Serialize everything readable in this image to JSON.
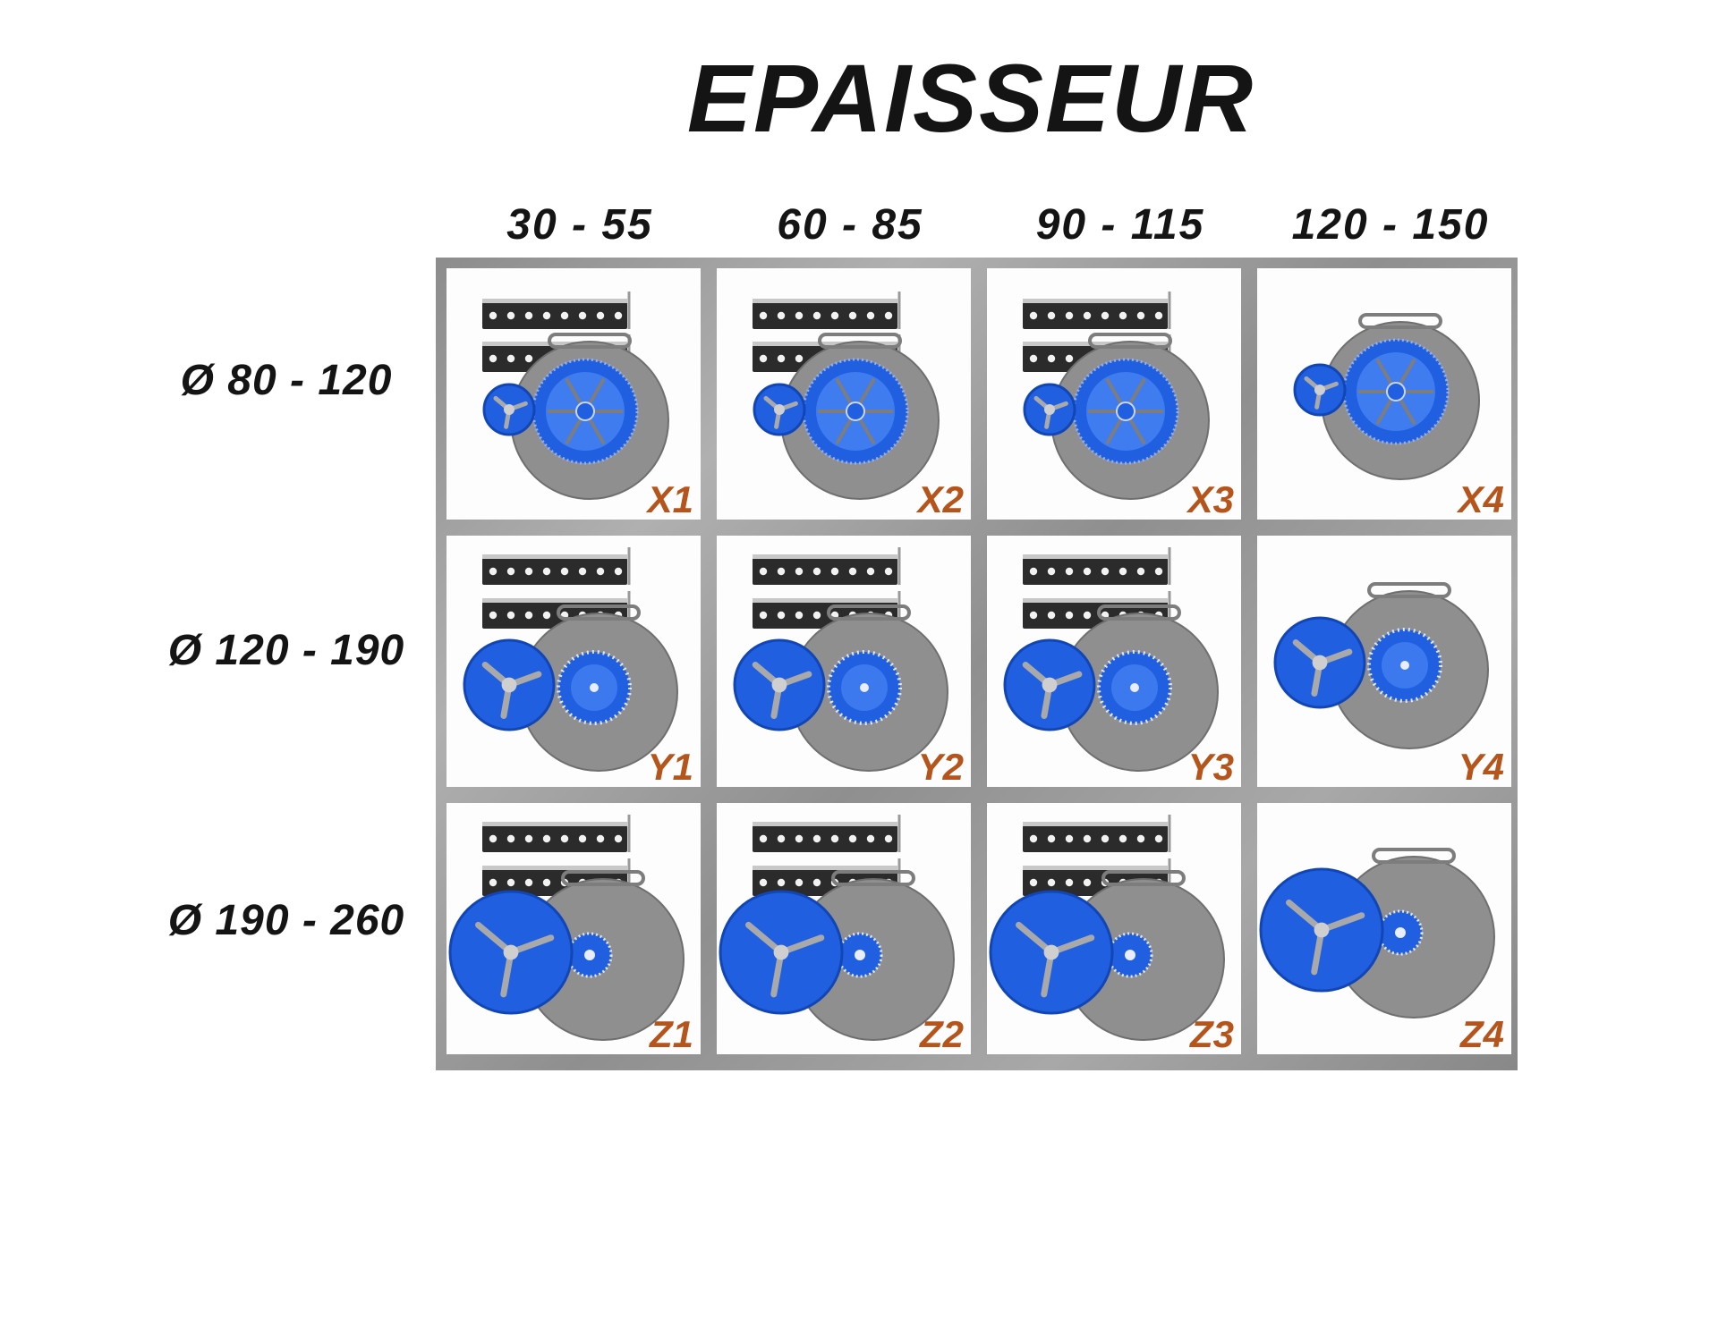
{
  "title": "EPAISSEUR",
  "columns": [
    "30 - 55",
    "60 - 85",
    "90 - 115",
    "120 - 150"
  ],
  "rows": [
    "Ø 80 - 120",
    "Ø 120 - 190",
    "Ø 190 - 260"
  ],
  "cells": [
    [
      {
        "code": "X1",
        "rails": true,
        "left_wheel": "small",
        "right_wheel": "large-spoked"
      },
      {
        "code": "X2",
        "rails": true,
        "left_wheel": "small",
        "right_wheel": "large-spoked"
      },
      {
        "code": "X3",
        "rails": true,
        "left_wheel": "small",
        "right_wheel": "large-spoked"
      },
      {
        "code": "X4",
        "rails": false,
        "left_wheel": "small",
        "right_wheel": "large-spoked"
      }
    ],
    [
      {
        "code": "Y1",
        "rails": true,
        "left_wheel": "medium",
        "right_wheel": "medium-gear"
      },
      {
        "code": "Y2",
        "rails": true,
        "left_wheel": "medium",
        "right_wheel": "medium-gear"
      },
      {
        "code": "Y3",
        "rails": true,
        "left_wheel": "medium",
        "right_wheel": "medium-gear"
      },
      {
        "code": "Y4",
        "rails": false,
        "left_wheel": "medium",
        "right_wheel": "medium-gear"
      }
    ],
    [
      {
        "code": "Z1",
        "rails": true,
        "left_wheel": "large",
        "right_wheel": "small-gear"
      },
      {
        "code": "Z2",
        "rails": true,
        "left_wheel": "large",
        "right_wheel": "small-gear"
      },
      {
        "code": "Z3",
        "rails": true,
        "left_wheel": "large",
        "right_wheel": "small-gear"
      },
      {
        "code": "Z4",
        "rails": false,
        "left_wheel": "large",
        "right_wheel": "small-gear"
      }
    ]
  ],
  "colors": {
    "code": "#b5541b",
    "wheel": "#1f5fe0",
    "plate": "#8f8f8f",
    "rail": "#2b2b2b",
    "frame": "#9c9c9c"
  }
}
